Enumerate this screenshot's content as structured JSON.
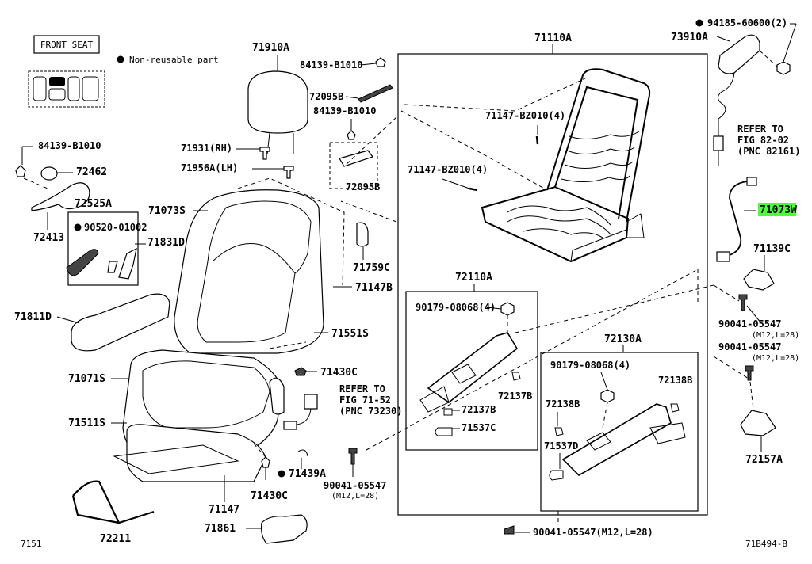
{
  "header": {
    "front_seat_label": "FRONT SEAT",
    "non_reusable_note": "Non-reusable part"
  },
  "footer": {
    "left_code": "7151",
    "right_code": "71B494-B"
  },
  "highlight_color": "#4cff3a",
  "labels": {
    "p71910A": "71910A",
    "p84139B1010_top": "84139-B1010",
    "p72095B_top": "72095B",
    "p84139B1010_mid": "84139-B1010",
    "p72095B_mid": "72095B",
    "p71931": "71931(RH)",
    "p71956A": "71956A(LH)",
    "p84139B1010_left": "84139-B1010",
    "p72462": "72462",
    "p72525A": "72525A",
    "p90520": "90520-01002",
    "p72413": "72413",
    "p71831D": "71831D",
    "p71073S": "71073S",
    "p71759C": "71759C",
    "p71147B": "71147B",
    "p71811D": "71811D",
    "p71551S": "71551S",
    "p71071S": "71071S",
    "p71430C_a": "71430C",
    "p_ref_a1": "REFER TO",
    "p_ref_a2": "FIG 71-52",
    "p_ref_a3": "(PNC 73230)",
    "p71511S": "71511S",
    "p71439A": "71439A",
    "p71147": "71147",
    "p71430C_b": "71430C",
    "p90041_a": "90041-05547",
    "p90041_a_sub": "(M12,L=28)",
    "p71861": "71861",
    "p72211": "72211",
    "p71110A": "71110A",
    "p71147BZ010_a": "71147-BZ010(4)",
    "p71147BZ010_b": "71147-BZ010(4)",
    "p72110A": "72110A",
    "p90179_a": "90179-08068(4)",
    "p72137B_a": "72137B",
    "p72137B_b": "72137B",
    "p71537C": "71537C",
    "p72130A": "72130A",
    "p90179_b": "90179-08068(4)",
    "p72138B_a": "72138B",
    "p72138B_b": "72138B",
    "p71537D": "71537D",
    "p90041_bottom": "90041-05547(M12,L=28)",
    "p94185": "94185-60600(2)",
    "p73910A": "73910A",
    "p_ref_b1": "REFER TO",
    "p_ref_b2": "FIG 82-02",
    "p_ref_b3": "(PNC 82161)",
    "p71073W": "71073W",
    "p71139C": "71139C",
    "p90041_b": "90041-05547",
    "p90041_b_sub": "(M12,L=28)",
    "p90041_c": "90041-05547",
    "p90041_c_sub": "(M12,L=28)",
    "p72157A": "72157A"
  }
}
